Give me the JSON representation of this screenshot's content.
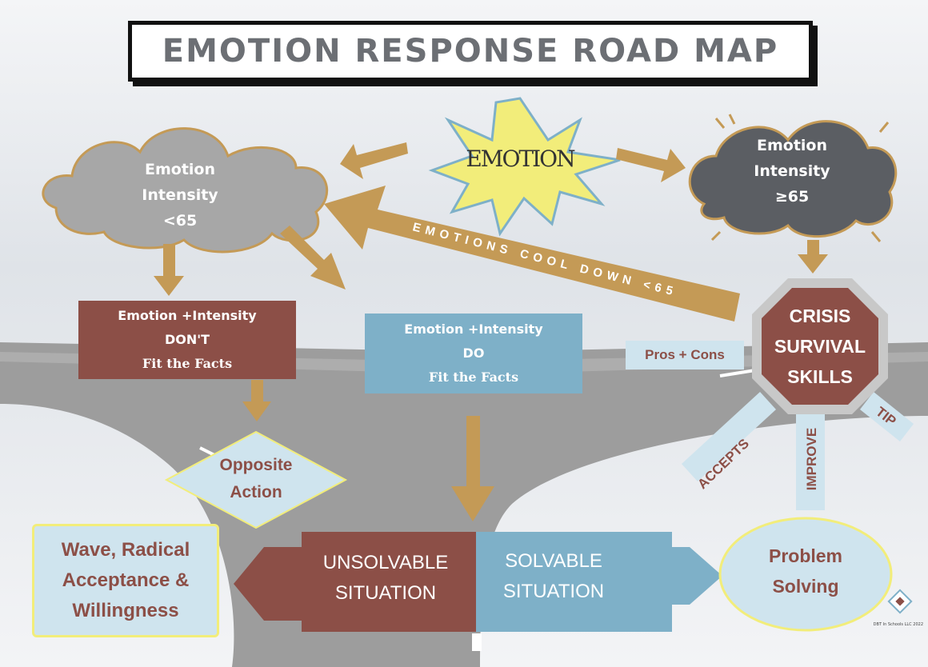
{
  "title": "EMOTION RESPONSE ROAD MAP",
  "emotion_burst": "EMOTION",
  "cloud_low": {
    "line1": "Emotion",
    "line2": "Intensity",
    "line3": "<65"
  },
  "cloud_high": {
    "line1": "Emotion",
    "line2": "Intensity",
    "line3": "≥65"
  },
  "cool_down_label": "EMOTIONS COOL DOWN <65",
  "dont_fit": {
    "line1": "Emotion +Intensity",
    "line2": "DON'T",
    "line3": "Fit the Facts"
  },
  "do_fit": {
    "line1": "Emotion +Intensity",
    "line2": "DO",
    "line3": "Fit the Facts"
  },
  "crisis": {
    "line1": "CRISIS",
    "line2": "SURVIVAL",
    "line3": "SKILLS"
  },
  "skills": {
    "pros_cons": "Pros + Cons",
    "accepts": "ACCEPTS",
    "improve": "IMPROVE",
    "tip": "TIP"
  },
  "opposite_action": {
    "line1": "Opposite",
    "line2": "Action"
  },
  "wave": {
    "line1": "Wave, Radical",
    "line2": "Acceptance &",
    "line3": "Willingness"
  },
  "unsolvable": {
    "line1": "UNSOLVABLE",
    "line2": "SITUATION"
  },
  "solvable": {
    "line1": "SOLVABLE",
    "line2": "SITUATION"
  },
  "problem_solving": {
    "line1": "Problem",
    "line2": "Solving"
  },
  "credit": "DBT In Schools LLC 2022",
  "colors": {
    "brown": "#8c4f47",
    "blue": "#7eb0c8",
    "tan_arrow": "#c49a56",
    "light_blue": "#cfe4ee",
    "yellow": "#f2ed7a",
    "grey_cloud": "#a7a7a7",
    "dark_cloud": "#5b5e63"
  }
}
